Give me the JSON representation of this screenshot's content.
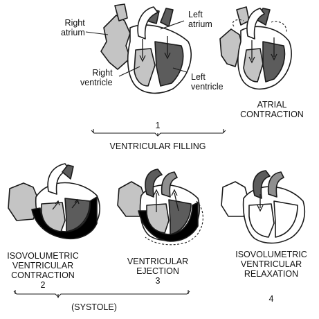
{
  "diagram": {
    "labels": {
      "right_atrium": [
        "Right",
        "atrium"
      ],
      "left_atrium": [
        "Left",
        "atrium"
      ],
      "right_ventricle": [
        "Right",
        "ventricle"
      ],
      "left_ventricle": [
        "Left",
        "ventricle"
      ]
    },
    "phases": {
      "atrial_contraction": [
        "ATRIAL",
        "CONTRACTION"
      ],
      "filling_number": "1",
      "ventricular_filling": "VENTRICULAR FILLING",
      "isovolumetric_contraction": [
        "ISOVOLUMETRIC",
        "VENTRICULAR",
        "CONTRACTION"
      ],
      "isovolumetric_contraction_number": "2",
      "ventricular_ejection": [
        "VENTRICULAR",
        "EJECTION"
      ],
      "ventricular_ejection_number": "3",
      "isovolumetric_relaxation": [
        "ISOVOLUMETRIC",
        "VENTRICULAR",
        "RELAXATION"
      ],
      "isovolumetric_relaxation_number": "4",
      "systole": "(SYSTOLE)"
    },
    "colors": {
      "outline": "#1a1a1a",
      "light_gray": "#c4c4c4",
      "mid_gray": "#8f8f8f",
      "dark_gray": "#5c5c5c",
      "black": "#000000"
    }
  }
}
